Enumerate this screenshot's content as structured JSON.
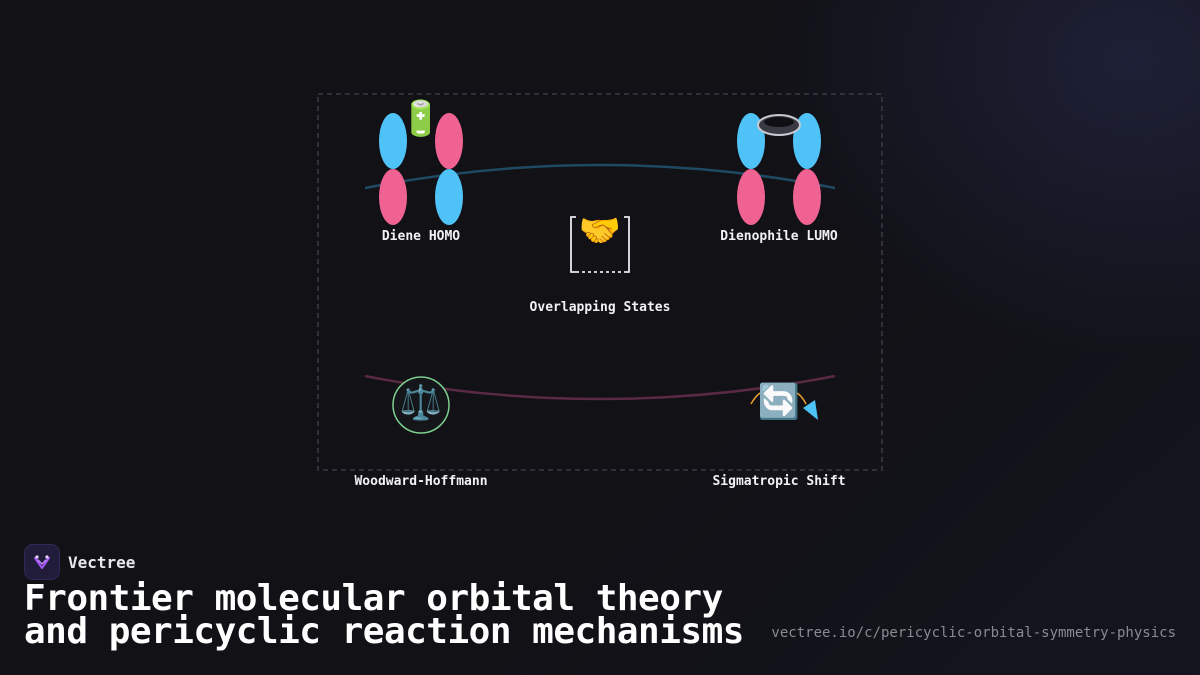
{
  "diagram": {
    "nodes": {
      "diene_homo": {
        "label": "Diene HOMO",
        "icon": "battery-icon",
        "glyph": "🔋"
      },
      "dienophile_lumo": {
        "label": "Dienophile LUMO",
        "icon": "empty-dish-icon",
        "glyph": ""
      },
      "overlap": {
        "label": "Overlapping States",
        "icon": "handshake-icon",
        "glyph": "🤝"
      },
      "woodward_hoffmann": {
        "label": "Woodward-Hoffmann",
        "icon": "balance-scale-icon",
        "glyph": "⚖️"
      },
      "sigmatropic": {
        "label": "Sigmatropic Shift",
        "icon": "rotate-arrows-icon",
        "glyph": "🔄"
      }
    },
    "colors": {
      "lobe_blue": "#4fc3f7",
      "lobe_pink": "#f06292",
      "arc_top": "#1f4a63",
      "arc_bottom": "#5a2a45",
      "frame": "#3a3a44",
      "scale_ring": "#7fcf8f"
    }
  },
  "brand": {
    "name": "Vectree",
    "icon": "vectree-logo-icon"
  },
  "title": {
    "line1": "Frontier molecular orbital theory",
    "line2": "and pericyclic reaction mechanisms"
  },
  "url": "vectree.io/c/pericyclic-orbital-symmetry-physics"
}
